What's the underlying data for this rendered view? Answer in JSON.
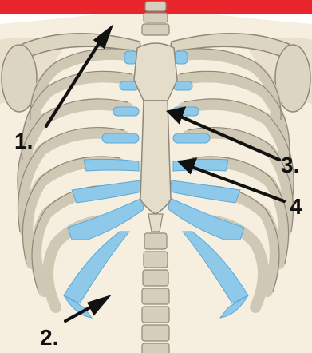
{
  "header": {
    "bar_color": "#e8262c"
  },
  "palette": {
    "bone": "#d8d2c0",
    "bone_light": "#ebe6d6",
    "bone_dark": "#9f9886",
    "cartilage": "#8ec9ea",
    "cartilage_dark": "#5ca8d6",
    "skin": "#f3ead7",
    "arrow": "#111111"
  },
  "labels": {
    "l1": "1.",
    "l2": "2.",
    "l3": "3.",
    "l4": "4"
  }
}
